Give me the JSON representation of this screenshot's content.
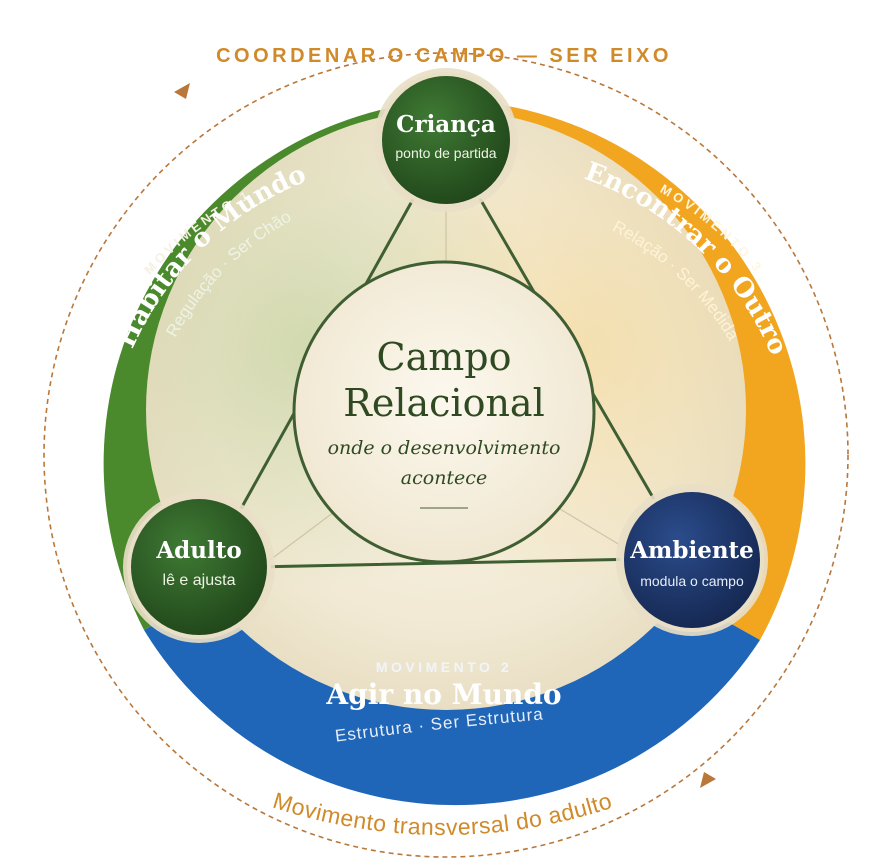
{
  "outer_top_text": "COORDENAR O CAMPO — SER EIXO",
  "outer_bottom_text": "Movimento transversal do adulto",
  "movements": [
    {
      "kicker": "MOVIMENTO 1",
      "title": "Habitar o Mundo",
      "subtitle": "Regulação · Ser Chão",
      "color": "#4a8a2c"
    },
    {
      "kicker": "MOVIMENTO 2",
      "title": "Agir no Mundo",
      "subtitle": "Estrutura · Ser Estrutura",
      "color": "#1f66b8"
    },
    {
      "kicker": "MOVIMENTO 3",
      "title": "Encontrar o Outro",
      "subtitle": "Relação · Ser Medida",
      "color": "#f2a51e"
    }
  ],
  "center": {
    "title_line1": "Campo",
    "title_line2": "Relacional",
    "subtitle_line1": "onde o desenvolvimento",
    "subtitle_line2": "acontece"
  },
  "nodes": {
    "crianca": {
      "title": "Criança",
      "subtitle": "ponto de partida",
      "color": "#2c5a25"
    },
    "adulto": {
      "title": "Adulto",
      "subtitle": "lê e ajusta",
      "color": "#2c5a25"
    },
    "ambiente": {
      "title": "Ambiente",
      "subtitle": "modula o campo",
      "color": "#1b3466"
    }
  },
  "colors": {
    "accent_text": "#d08a2a",
    "dashed_ring": "#b9773a",
    "center_text": "#2f4a22",
    "lines": "#3f5f33",
    "cream": "#f3ecd9"
  }
}
